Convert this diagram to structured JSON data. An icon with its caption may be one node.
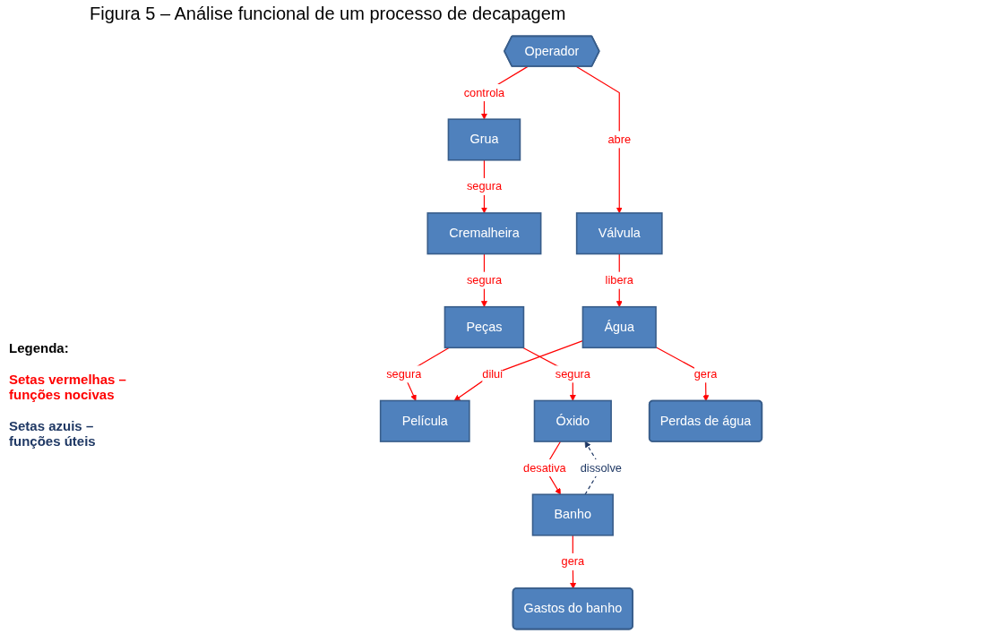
{
  "diagram": {
    "title": "Figura 5 – Análise funcional de um processo de decapagem",
    "nodes": [
      {
        "text": [
          "Grua"
        ]
      },
      {
        "text": [
          "Cremalheira"
        ]
      },
      {
        "text": [
          "Peças"
        ]
      },
      {
        "text": [
          "Película"
        ]
      },
      {
        "text": [
          "Óxido"
        ]
      },
      {
        "text": [
          "Operador"
        ]
      },
      {
        "text": [
          "Água"
        ]
      },
      {
        "text": [
          "Válvula"
        ]
      },
      {
        "text": [
          "Banho"
        ]
      },
      {
        "text": [
          "Perdas de água"
        ]
      },
      {
        "text": [
          "Gastos do banho"
        ]
      }
    ],
    "edges": [
      {
        "from": 0,
        "to": 1,
        "arrow": "to",
        "label": "segura"
      },
      {
        "from": 1,
        "to": 2,
        "arrow": "to",
        "label": "segura"
      },
      {
        "from": 2,
        "to": 3,
        "arrow": "to",
        "label": "segura"
      },
      {
        "from": 2,
        "to": 4,
        "arrow": "to",
        "label": "segura"
      },
      {
        "from": 5,
        "to": 0,
        "arrow": "to",
        "label": "controla"
      },
      {
        "from": 5,
        "to": 7,
        "arrow": "to",
        "label": "abre"
      },
      {
        "from": 7,
        "to": 6,
        "arrow": "to",
        "label": "libera"
      },
      {
        "from": 6,
        "to": 3,
        "arrow": "to",
        "label": "dilui"
      },
      {
        "from": 6,
        "to": 9,
        "arrow": "to",
        "label": "gera"
      },
      {
        "from": 4,
        "to": 8,
        "arrow": "to",
        "label": "desativa"
      },
      {
        "from": 8,
        "to": 4,
        "arrow": "to",
        "label": "dissolve",
        "style": "dashed",
        "color": "#1f3864"
      },
      {
        "from": 8,
        "to": 10,
        "arrow": "to",
        "label": "gera"
      }
    ],
    "labels": [
      "Legenda:"
    ],
    "legend": [
      {
        "text": "Setas vermelhas – funções nocivas",
        "color": "#ff0000"
      },
      {
        "text": "Setas azuis – funções úteis",
        "color": "#1f3864"
      }
    ]
  }
}
